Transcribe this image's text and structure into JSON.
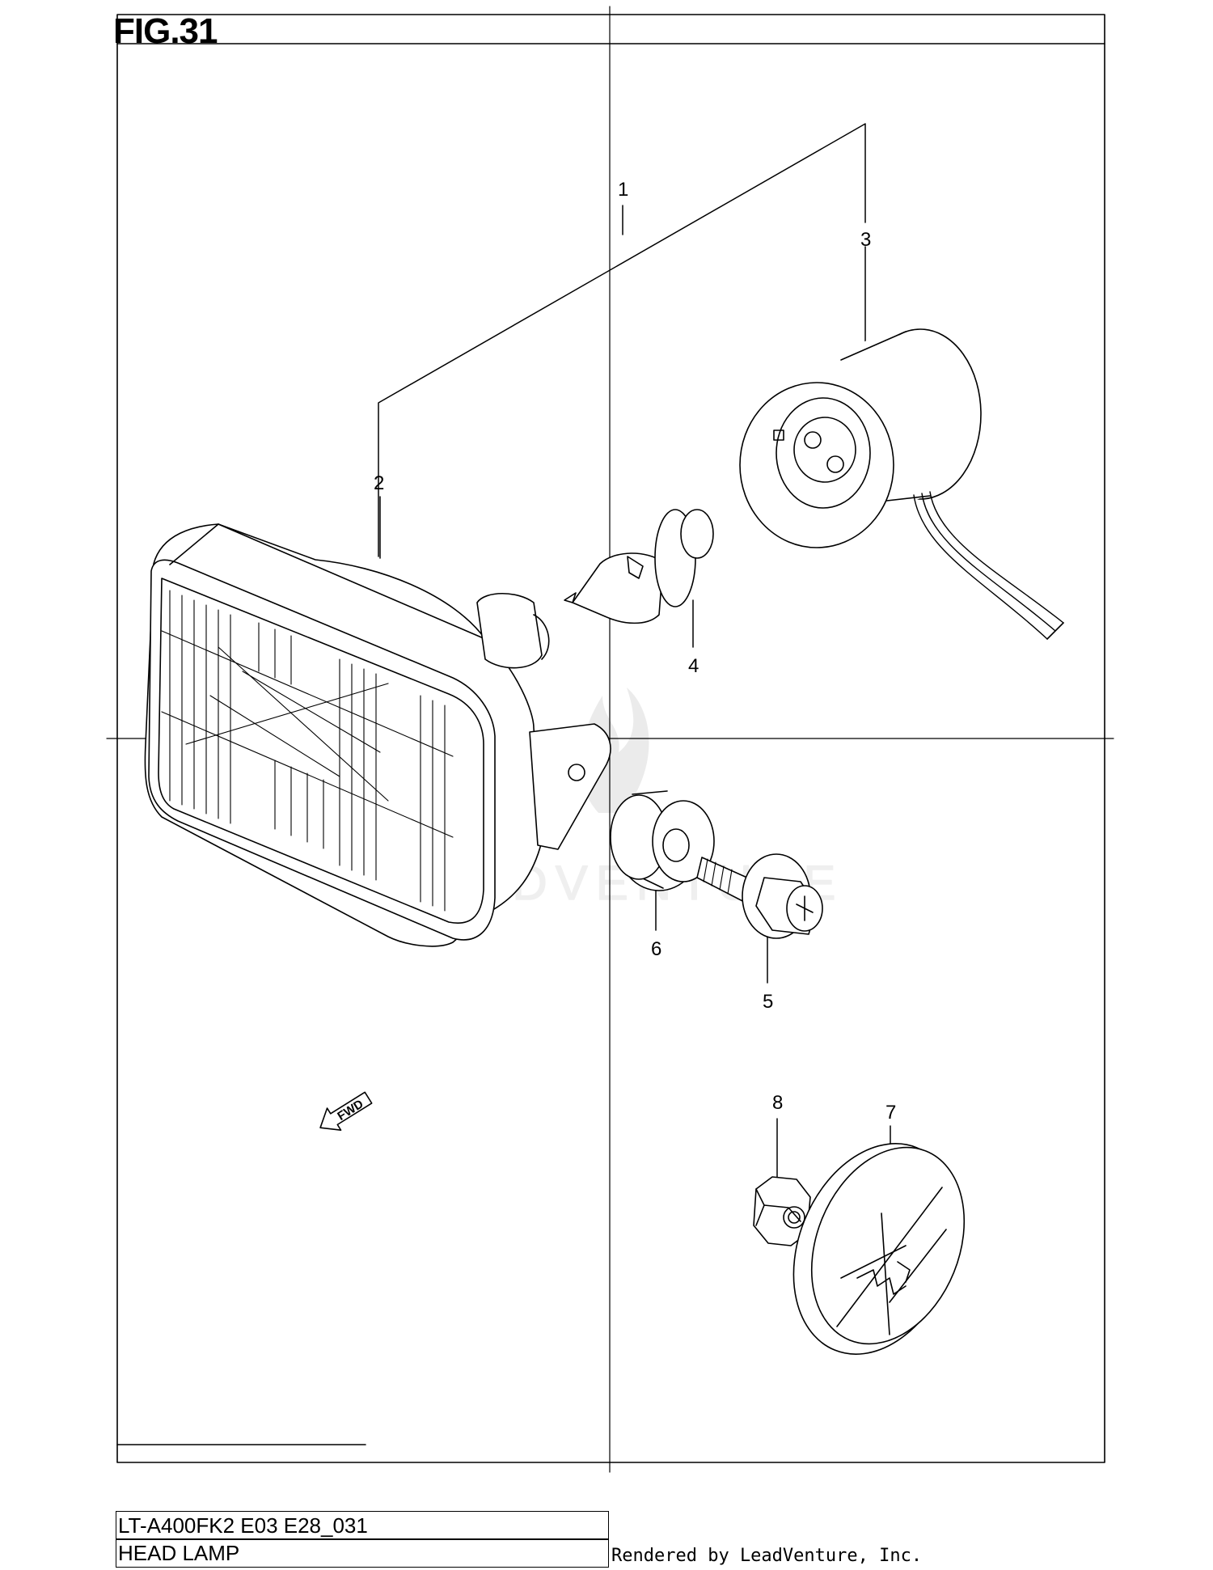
{
  "figure": {
    "title": "FIG.31"
  },
  "callouts": [
    {
      "id": "1",
      "label": "1"
    },
    {
      "id": "2",
      "label": "2"
    },
    {
      "id": "3",
      "label": "3"
    },
    {
      "id": "4",
      "label": "4"
    },
    {
      "id": "5",
      "label": "5"
    },
    {
      "id": "6",
      "label": "6"
    },
    {
      "id": "7",
      "label": "7"
    },
    {
      "id": "8",
      "label": "8"
    }
  ],
  "direction_marker": {
    "label": "FWD",
    "icon": "forward-arrow-icon"
  },
  "watermark": {
    "text": "LEADVENTURE",
    "icon": "flame-logo-icon"
  },
  "footer": {
    "model_code": "LT-A400FK2 E03 E28_031",
    "section_name": "HEAD LAMP",
    "render_credit": "Rendered by LeadVenture, Inc."
  }
}
